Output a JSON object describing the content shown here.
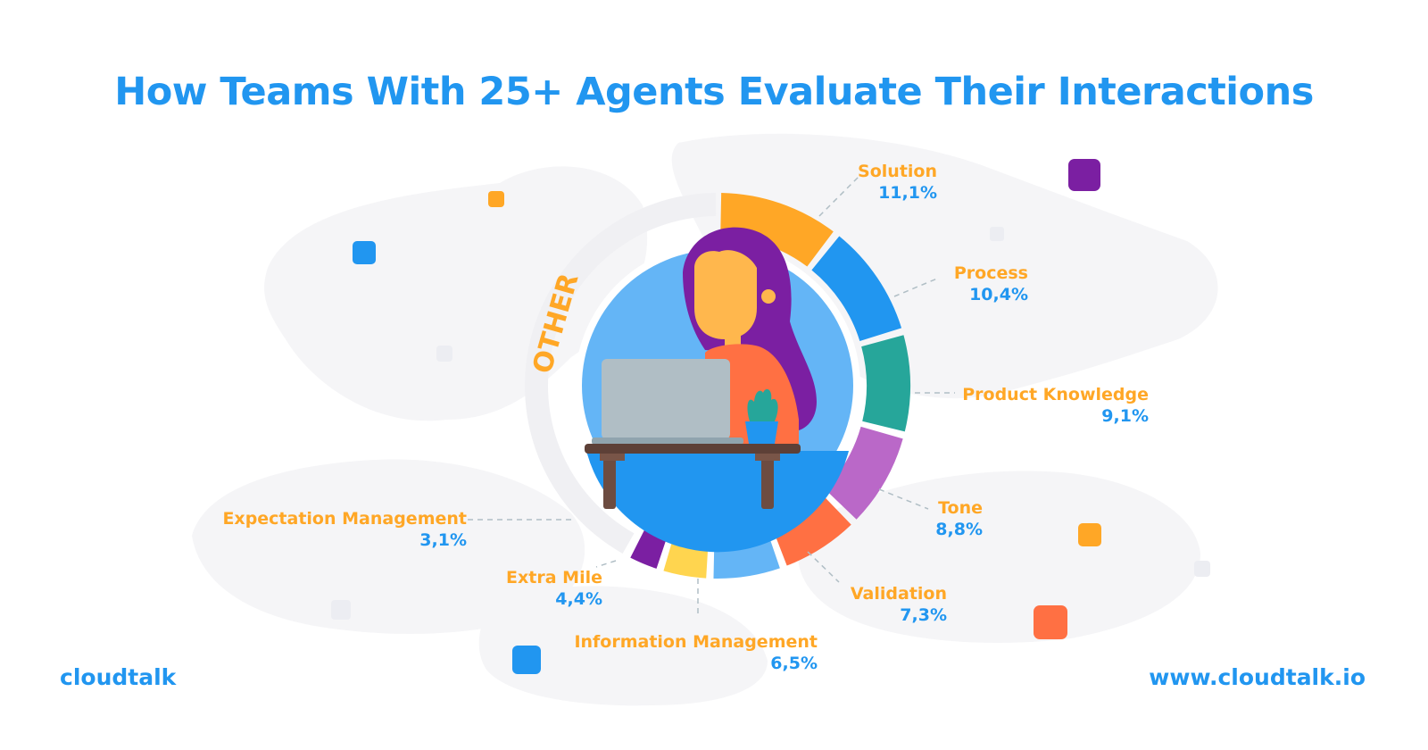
{
  "header": {
    "title": "How Teams With 25+ Agents Evaluate Their Interactions"
  },
  "footer": {
    "brand": "cloudtalk",
    "url": "www.cloudtalk.io"
  },
  "colors": {
    "title": "#2196f0",
    "label": "#ffa726",
    "value": "#2196f0",
    "other_ring": "#f0f0f3",
    "background_blob": "#f5f5f7"
  },
  "chart_data": {
    "type": "pie",
    "style": "donut",
    "other_label": "OTHER",
    "categories": [
      "Solution",
      "Process",
      "Product Knowledge",
      "Tone",
      "Validation",
      "Information Management",
      "Extra Mile",
      "Expectation Management"
    ],
    "values": [
      11.1,
      10.4,
      9.1,
      8.8,
      7.3,
      6.5,
      4.4,
      3.1
    ],
    "value_labels": [
      "11,1%",
      "10,4%",
      "9,1%",
      "8,8%",
      "7,3%",
      "6,5%",
      "4,4%",
      "3,1%"
    ],
    "colors": [
      "#ffa726",
      "#2196f0",
      "#26a69a",
      "#ba68c8",
      "#ff7043",
      "#64b5f6",
      "#ffd54f",
      "#7b1fa2"
    ]
  }
}
